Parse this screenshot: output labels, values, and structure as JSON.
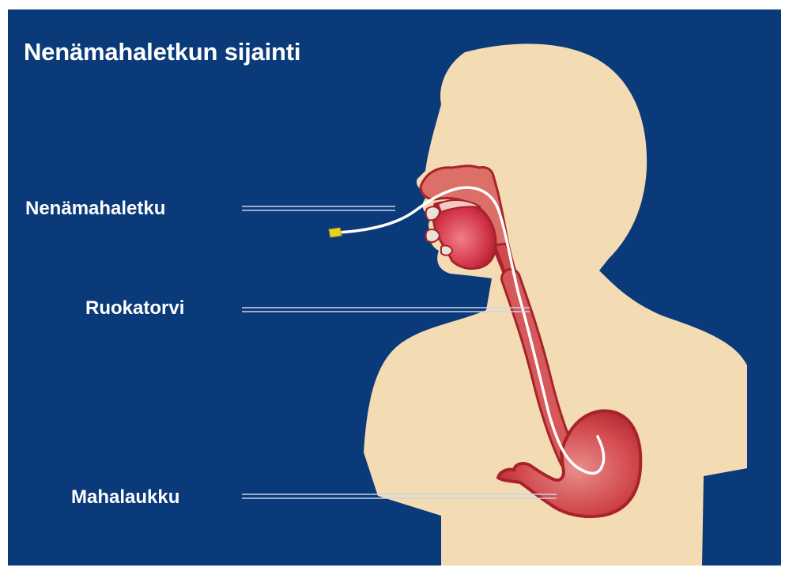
{
  "title": "Nenämahaletkun sijainti",
  "labels": {
    "nasogastric_tube": "Nenämahaletku",
    "esophagus": "Ruokatorvi",
    "stomach": "Mahalaukku"
  },
  "colors": {
    "background": "#0b3a7a",
    "skin": "#f3dcb4",
    "organ": "#d24a4e",
    "organ_dark": "#a8222a",
    "tube": "#ffffff",
    "tube_tip": "#e8d21e",
    "leader_line": "#c9d3e6"
  }
}
